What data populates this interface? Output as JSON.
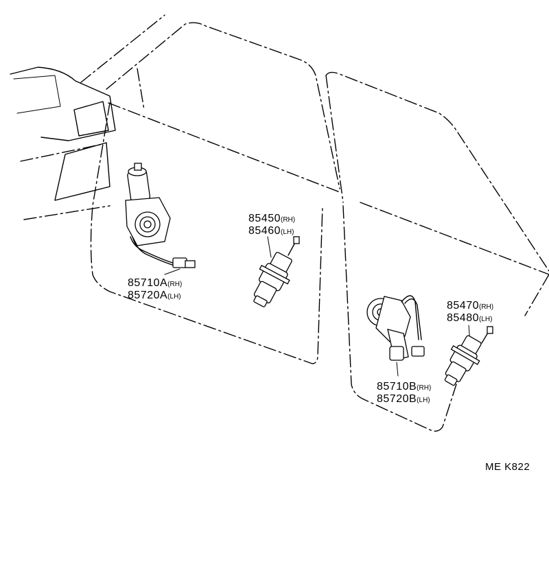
{
  "parts": [
    {
      "id": "front_motor",
      "lines": [
        {
          "num": "85710A",
          "side": "(RH)"
        },
        {
          "num": "85720A",
          "side": "(LH)"
        }
      ]
    },
    {
      "id": "front_solenoid",
      "lines": [
        {
          "num": "85450",
          "side": "(RH)"
        },
        {
          "num": "85460",
          "side": "(LH)"
        }
      ]
    },
    {
      "id": "rear_solenoid",
      "lines": [
        {
          "num": "85470",
          "side": "(RH)"
        },
        {
          "num": "85480",
          "side": "(LH)"
        }
      ]
    },
    {
      "id": "rear_motor",
      "lines": [
        {
          "num": "85710B",
          "side": "(RH)"
        },
        {
          "num": "85720B",
          "side": "(LH)"
        }
      ]
    }
  ],
  "diagram_code": "ME K822"
}
